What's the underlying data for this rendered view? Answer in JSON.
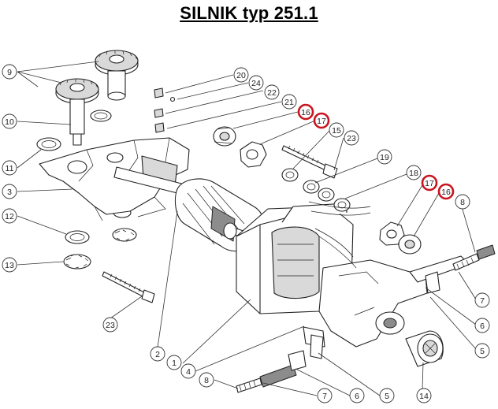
{
  "title": "SILNIK  typ 251.1",
  "colors": {
    "highlight": "#c8141e",
    "line": "#222222",
    "shade": "#8c8c8c"
  },
  "callouts": [
    {
      "id": "c9",
      "label": "9",
      "highlight": false
    },
    {
      "id": "c10",
      "label": "10",
      "highlight": false
    },
    {
      "id": "c11",
      "label": "11",
      "highlight": false
    },
    {
      "id": "c3",
      "label": "3",
      "highlight": false
    },
    {
      "id": "c12",
      "label": "12",
      "highlight": false
    },
    {
      "id": "c13",
      "label": "13",
      "highlight": false
    },
    {
      "id": "c23a",
      "label": "23",
      "highlight": false
    },
    {
      "id": "c2",
      "label": "2",
      "highlight": false
    },
    {
      "id": "c1",
      "label": "1",
      "highlight": false
    },
    {
      "id": "c4",
      "label": "4",
      "highlight": false
    },
    {
      "id": "c8a",
      "label": "8",
      "highlight": false
    },
    {
      "id": "c7a",
      "label": "7",
      "highlight": false
    },
    {
      "id": "c6a",
      "label": "6",
      "highlight": false
    },
    {
      "id": "c5a",
      "label": "5",
      "highlight": false
    },
    {
      "id": "c14",
      "label": "14",
      "highlight": false
    },
    {
      "id": "c20",
      "label": "20",
      "highlight": false
    },
    {
      "id": "c24",
      "label": "24",
      "highlight": false
    },
    {
      "id": "c22",
      "label": "22",
      "highlight": false
    },
    {
      "id": "c21",
      "label": "21",
      "highlight": false
    },
    {
      "id": "c16a",
      "label": "16",
      "highlight": true
    },
    {
      "id": "c17a",
      "label": "17",
      "highlight": true
    },
    {
      "id": "c15",
      "label": "15",
      "highlight": false
    },
    {
      "id": "c23b",
      "label": "23",
      "highlight": false
    },
    {
      "id": "c19",
      "label": "19",
      "highlight": false
    },
    {
      "id": "c18",
      "label": "18",
      "highlight": false
    },
    {
      "id": "c17b",
      "label": "17",
      "highlight": true
    },
    {
      "id": "c16b",
      "label": "16",
      "highlight": true
    },
    {
      "id": "c8b",
      "label": "8",
      "highlight": false
    },
    {
      "id": "c7b",
      "label": "7",
      "highlight": false
    },
    {
      "id": "c6b",
      "label": "6",
      "highlight": false
    },
    {
      "id": "c5b",
      "label": "5",
      "highlight": false
    }
  ]
}
